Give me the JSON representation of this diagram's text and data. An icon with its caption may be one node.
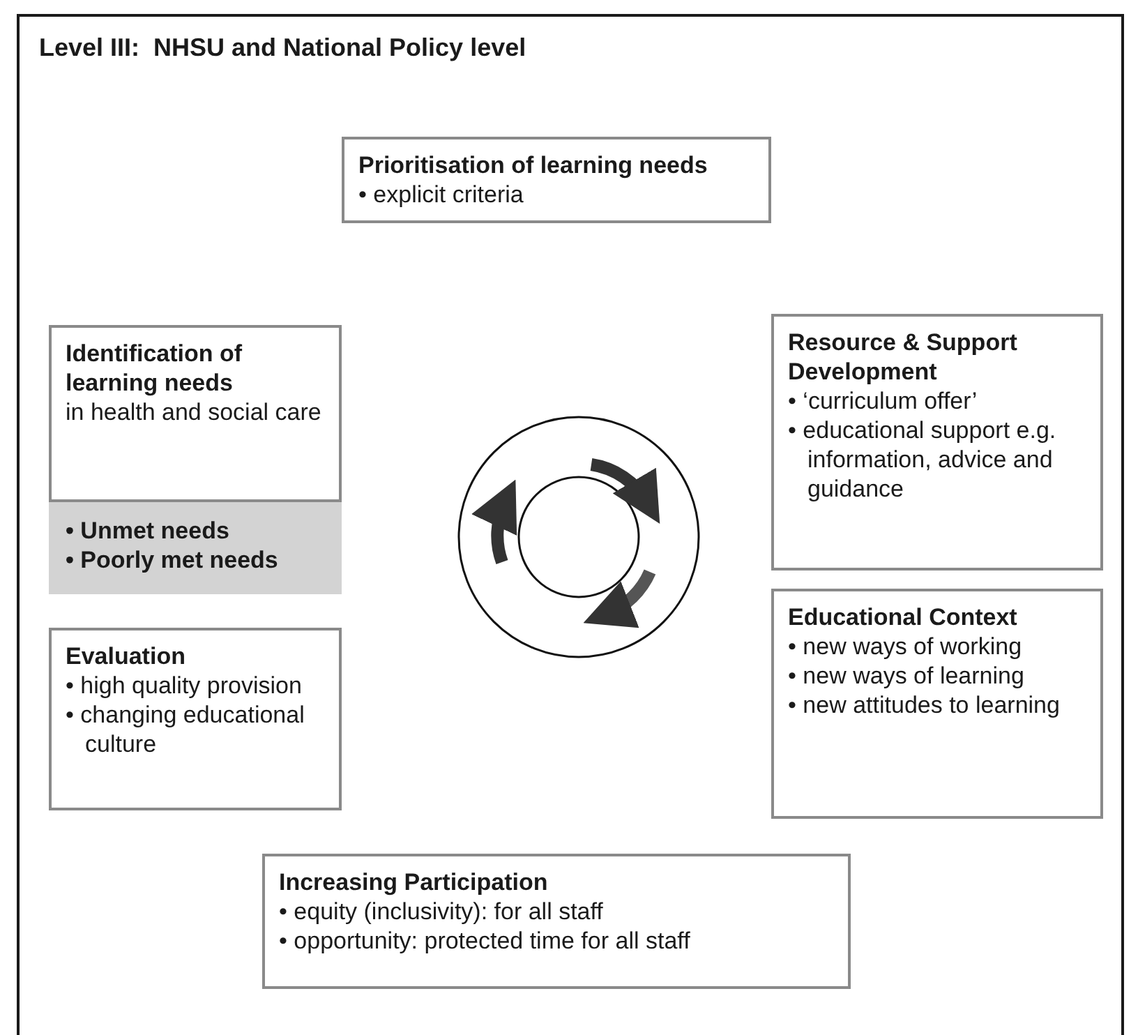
{
  "diagram": {
    "title": "Level III:  NHSU and National Policy level",
    "nodes": [
      {
        "text": [
          "Prioritisation of learning needs",
          "• explicit criteria"
        ]
      },
      {
        "text": [
          "Identification of learning needs",
          "in health and social care"
        ]
      },
      {
        "text": [
          "• Unmet needs",
          "• Poorly met needs"
        ]
      },
      {
        "text": [
          "Resource & Support Development",
          "• ‘curriculum offer’",
          "• educational support e.g. information, advice and guidance"
        ]
      },
      {
        "text": [
          "Evaluation",
          "• high quality provision",
          "• changing educational culture"
        ]
      },
      {
        "text": [
          "Educational Context",
          "• new ways of working",
          "• new ways of learning",
          "• new attitudes to learning"
        ]
      },
      {
        "text": [
          "Increasing Participation",
          "• equity (inclusivity): for all staff",
          "• opportunity: protected time for all staff"
        ]
      }
    ]
  }
}
